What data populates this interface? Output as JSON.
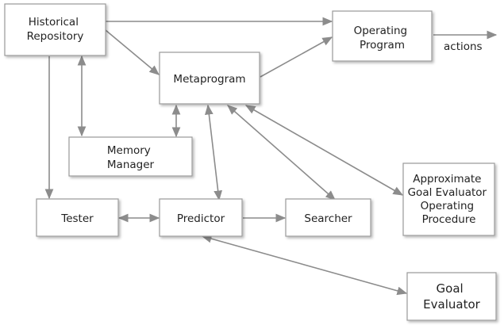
{
  "colors": {
    "box_border": "#9a9a9a",
    "box_fill": "#ffffff",
    "arrow": "#8c8c8c",
    "text": "#222222"
  },
  "nodes": {
    "historical_repository": {
      "lines": [
        "Historical",
        "Repository"
      ]
    },
    "operating_program": {
      "lines": [
        "Operating",
        "Program"
      ]
    },
    "metaprogram": {
      "lines": [
        "Metaprogram"
      ]
    },
    "memory_manager": {
      "lines": [
        "Memory",
        "Manager"
      ]
    },
    "tester": {
      "lines": [
        "Tester"
      ]
    },
    "predictor": {
      "lines": [
        "Predictor"
      ]
    },
    "searcher": {
      "lines": [
        "Searcher"
      ]
    },
    "approximate_goal_evaluator_operating_procedure": {
      "lines": [
        "Approximate",
        "Goal Evaluator",
        "Operating",
        "Procedure"
      ]
    },
    "goal_evaluator": {
      "lines": [
        "Goal",
        "Evaluator"
      ]
    }
  },
  "labels": {
    "actions": "actions"
  },
  "edges": [
    {
      "from": "historical_repository",
      "to": "operating_program",
      "direction": "forward"
    },
    {
      "from": "historical_repository",
      "to": "metaprogram",
      "direction": "forward"
    },
    {
      "from": "historical_repository",
      "to": "memory_manager",
      "direction": "both"
    },
    {
      "from": "historical_repository",
      "to": "tester",
      "direction": "forward"
    },
    {
      "from": "metaprogram",
      "to": "operating_program",
      "direction": "forward"
    },
    {
      "from": "operating_program",
      "to": "actions",
      "direction": "forward"
    },
    {
      "from": "metaprogram",
      "to": "memory_manager",
      "direction": "both"
    },
    {
      "from": "metaprogram",
      "to": "predictor",
      "direction": "both"
    },
    {
      "from": "metaprogram",
      "to": "searcher",
      "direction": "both"
    },
    {
      "from": "metaprogram",
      "to": "approximate_goal_evaluator_operating_procedure",
      "direction": "both"
    },
    {
      "from": "tester",
      "to": "predictor",
      "direction": "both"
    },
    {
      "from": "predictor",
      "to": "searcher",
      "direction": "forward"
    },
    {
      "from": "predictor",
      "to": "goal_evaluator",
      "direction": "both"
    }
  ]
}
